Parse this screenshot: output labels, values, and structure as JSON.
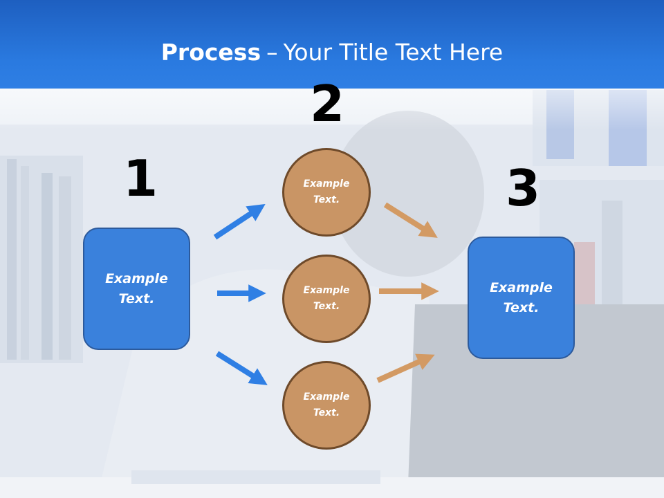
{
  "slide": {
    "title_bold": "Process",
    "title_dash": "–",
    "title_rest": "Your Title Text Here"
  },
  "steps": {
    "one": "1",
    "two": "2",
    "three": "3"
  },
  "boxes": {
    "left": "Example Text.",
    "right": "Example Text."
  },
  "circles": {
    "top": "Example Text.",
    "middle": "Example Text.",
    "bottom": "Example Text."
  },
  "colors": {
    "header_blue": "#2a7ae0",
    "box_blue": "#3a81dc",
    "circle_tan": "#c99565",
    "arrow_blue": "#2f7fe4",
    "arrow_tan": "#d39a63"
  }
}
